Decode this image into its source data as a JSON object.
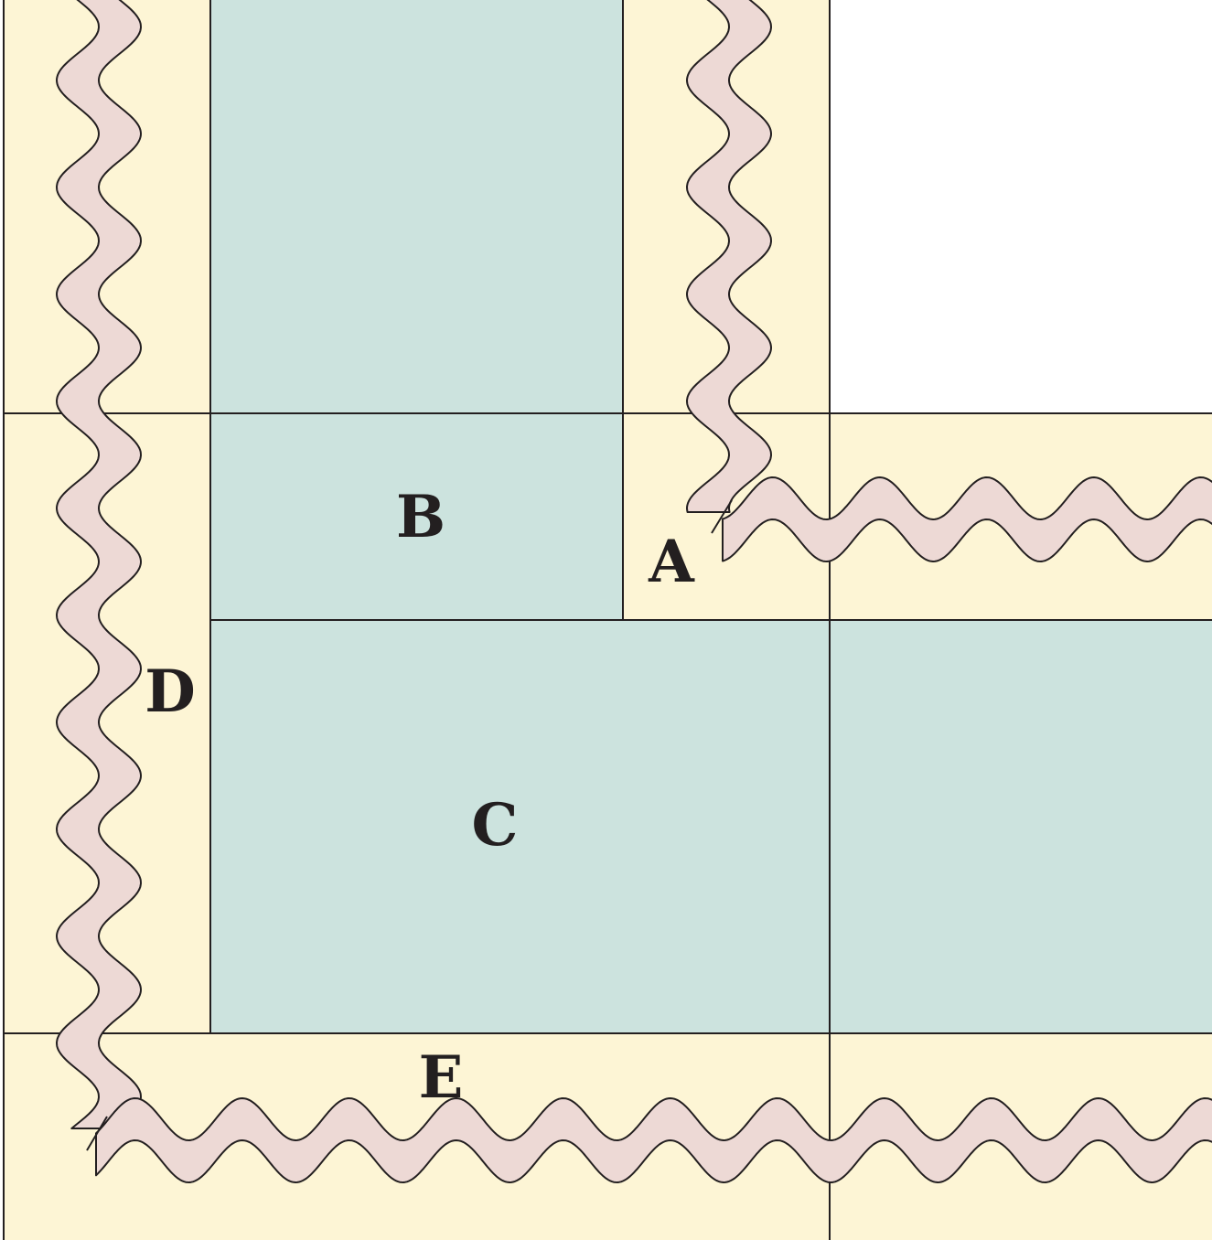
{
  "diagram": {
    "labels": {
      "a": "A",
      "b": "B",
      "c": "C",
      "d": "D",
      "e": "E"
    }
  },
  "colors": {
    "sashing": "#fdf5d5",
    "block": "#cce3de",
    "ric_rac": "#edd9d5",
    "outline": "#231f20",
    "background": "#ffffff"
  }
}
